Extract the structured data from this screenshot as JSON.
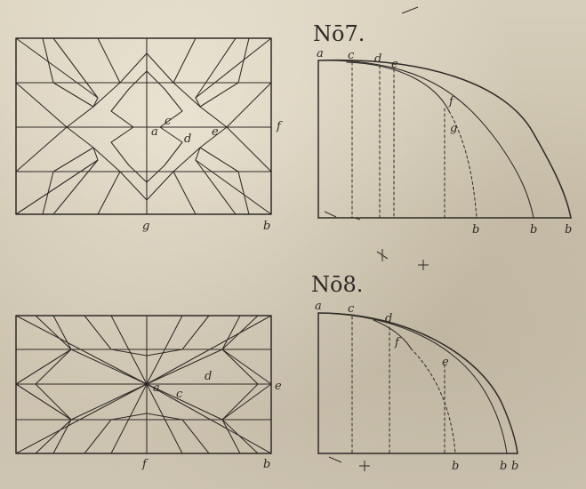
{
  "figure7": {
    "title": "Nō7.",
    "plan_labels": {
      "a": "a",
      "c": "c",
      "d": "d",
      "e": "e",
      "f": "f",
      "g": "g",
      "b": "b"
    },
    "section_labels": {
      "a": "a",
      "c": "c",
      "d": "d",
      "e": "e",
      "f": "f",
      "g": "g",
      "b1": "b",
      "b2": "b",
      "b3": "b"
    }
  },
  "figure8": {
    "title": "Nō8.",
    "plan_labels": {
      "a": "a",
      "c": "c",
      "d": "d",
      "e": "e",
      "f": "f",
      "b": "b"
    },
    "section_labels": {
      "a": "a",
      "c": "c",
      "d": "d",
      "f": "f",
      "e": "e",
      "b1": "b",
      "b2": "b",
      "b3": "b"
    }
  },
  "colors": {
    "ink": "#2e2a26",
    "paper": "#cfc6b4"
  }
}
